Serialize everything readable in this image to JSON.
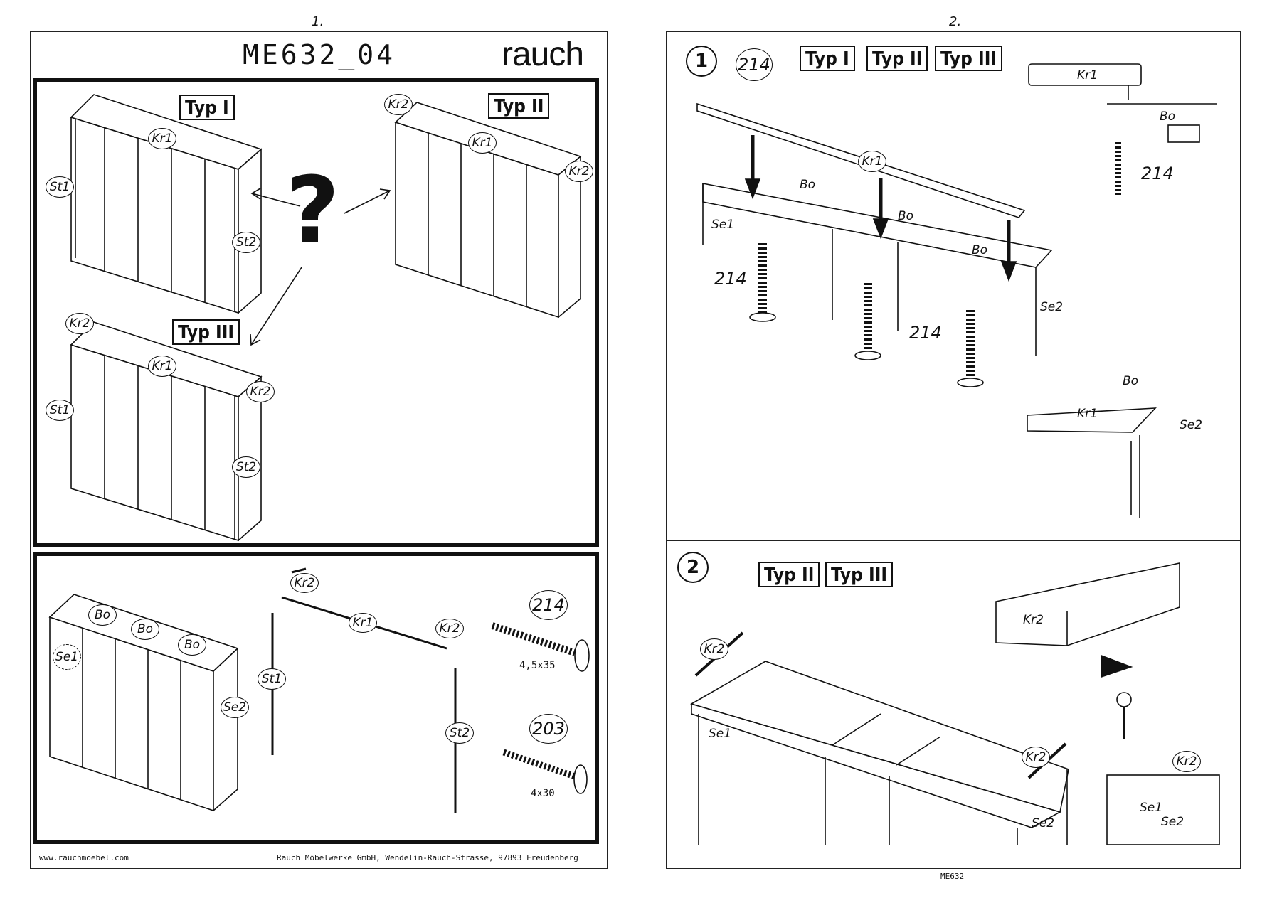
{
  "left_page": {
    "page_number": "1.",
    "model": "ME632_04",
    "brand": "rauch",
    "types": [
      "Typ I",
      "Typ II",
      "Typ III"
    ],
    "question_mark": "?",
    "labels": {
      "kr1": "Kr1",
      "kr2": "Kr2",
      "st1": "St1",
      "st2": "St2",
      "bo": "Bo",
      "se1": "Se1",
      "se2": "Se2"
    },
    "screws": [
      {
        "number": "214",
        "size": "4,5x35"
      },
      {
        "number": "203",
        "size": "4x30"
      }
    ],
    "footer_left": "www.rauchmoebel.com",
    "footer_right": "Rauch Möbelwerke GmbH, Wendelin-Rauch-Strasse, 97893 Freudenberg"
  },
  "right_page": {
    "page_number": "2.",
    "step1": {
      "number": "1",
      "screw": "214",
      "types": [
        "Typ I",
        "Typ II",
        "Typ III"
      ]
    },
    "step2": {
      "number": "2",
      "types": [
        "Typ II",
        "Typ III"
      ]
    },
    "labels": {
      "kr1": "Kr1",
      "kr2": "Kr2",
      "bo": "Bo",
      "se1": "Se1",
      "se2": "Se2",
      "screw": "214"
    },
    "footer": "ME632"
  }
}
